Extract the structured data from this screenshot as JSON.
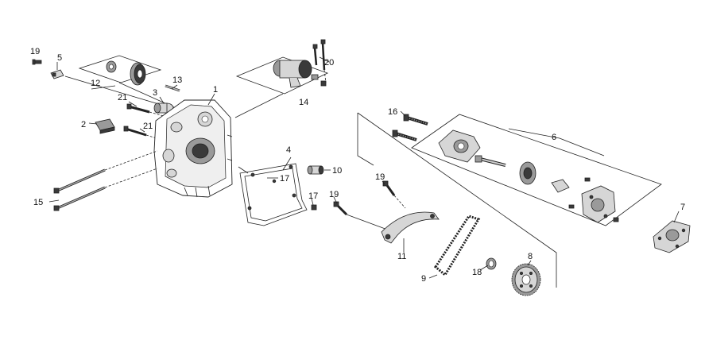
{
  "callouts": {
    "c1": "1",
    "c2": "2",
    "c3": "3",
    "c4": "4",
    "c5": "5",
    "c6": "6",
    "c7": "7",
    "c8": "8",
    "c9": "9",
    "c10": "10",
    "c11": "11",
    "c12": "12",
    "c13": "13",
    "c14": "14",
    "c15": "15",
    "c16": "16",
    "c17a": "17",
    "c17b": "17",
    "c18": "18",
    "c19a": "19",
    "c19b": "19",
    "c19c": "19",
    "c20": "20",
    "c21a": "21",
    "c21b": "21"
  }
}
